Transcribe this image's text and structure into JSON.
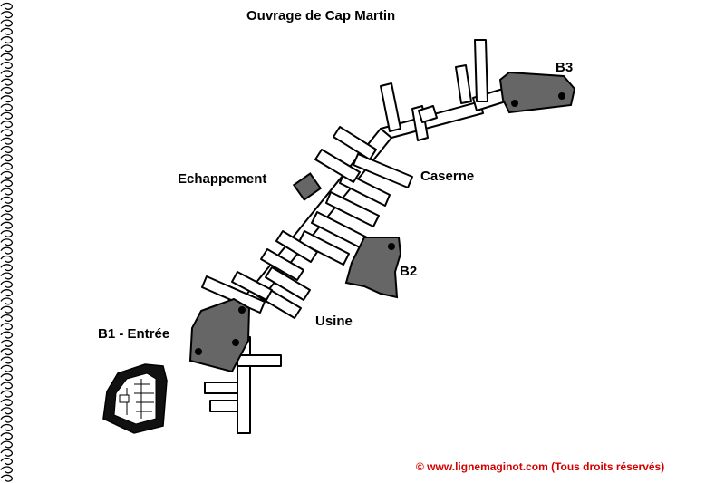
{
  "title": "Ouvrage de Cap Martin",
  "labels": {
    "b3": "B3",
    "caserne": "Caserne",
    "echappement": "Echappement",
    "b2": "B2",
    "usine": "Usine",
    "b1": "B1 - Entrée"
  },
  "copyright": "© www.lignemaginot.com (Tous droits réservés)",
  "colors": {
    "block_fill": "#666666",
    "gallery_fill": "#ffffff",
    "outline": "#000000",
    "copyright": "#d40000"
  }
}
